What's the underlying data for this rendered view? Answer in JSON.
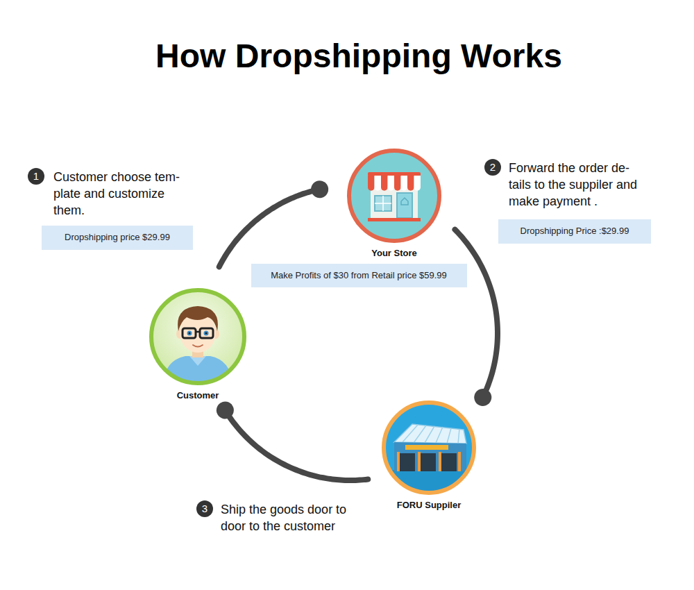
{
  "diagram": {
    "title": "How Dropshipping Works",
    "nodes": [
      {
        "text": [
          "Dropshipping price $29.99"
        ]
      },
      {
        "text": [
          "Your Store"
        ]
      },
      {
        "text": [
          "Dropshipping Price :$29.99"
        ]
      },
      {
        "text": [
          "Make Profits of $30 from Retail price $59.99"
        ]
      },
      {
        "text": [
          "Customer"
        ]
      },
      {
        "text": [
          "FORU Suppiler"
        ]
      }
    ],
    "edges": [
      {
        "from": 4,
        "to": 1,
        "arrow": "to"
      },
      {
        "from": 1,
        "to": 5,
        "arrow": "to"
      },
      {
        "from": 5,
        "to": 4,
        "arrow": "to"
      }
    ],
    "labels": [
      "1",
      "Customer choose tem-plate and customize them.",
      "2",
      "Forward the order de-tails to the suppiler and make payment .",
      "3",
      "Ship the goods door to door to the customer"
    ]
  }
}
